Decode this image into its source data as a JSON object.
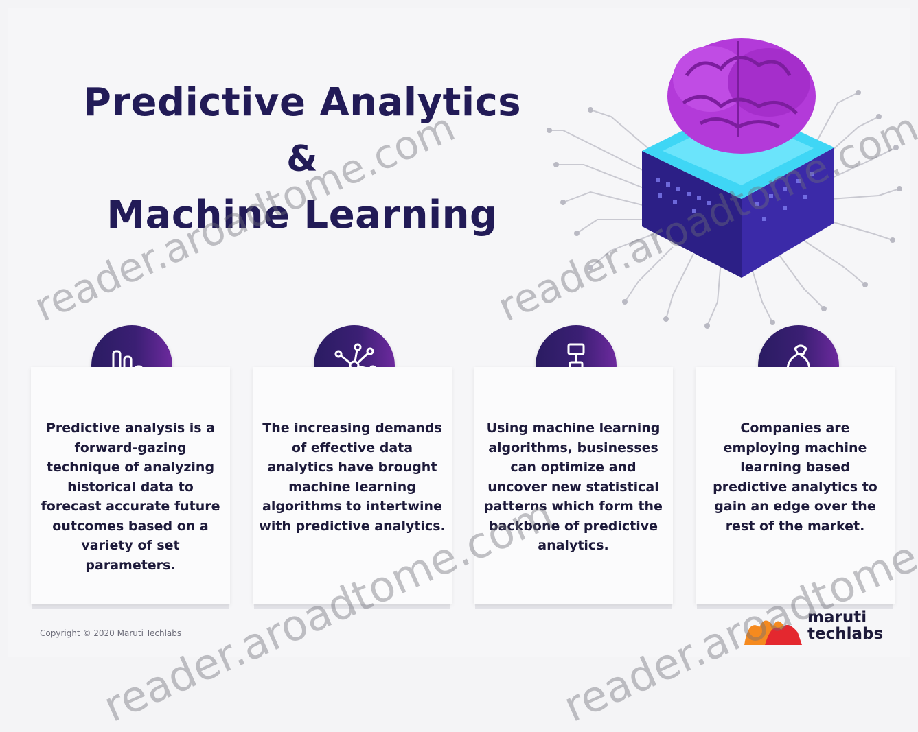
{
  "title": {
    "line1": "Predictive Analytics",
    "amp": "&",
    "line2": "Machine Learning"
  },
  "cards": [
    {
      "icon": "bar-chart-icon",
      "text": "Predictive analysis is a forward-gazing technique of analyzing historical data to forecast accurate future outcomes based on a variety of set parameters."
    },
    {
      "icon": "network-nodes-icon",
      "text": "The increasing demands of effective data analytics have brought machine learning algorithms to intertwine with predictive analytics."
    },
    {
      "icon": "flowchart-icon",
      "text": "Using machine learning algorithms, businesses can optimize and uncover new statistical patterns which form the backbone of predictive analytics."
    },
    {
      "icon": "money-bag-icon",
      "text": "Companies are employing machine learning based predictive analytics to gain an edge over the rest of the market."
    }
  ],
  "copyright": "Copyright © 2020 Maruti Techlabs",
  "brand": {
    "line1": "maruti",
    "line2": "techlabs"
  },
  "watermarks": {
    "a": "reader.aroadtome.com",
    "b": "reader.aroadtome.com",
    "c": "reader.aroadtome.com",
    "d": "reader.aroadtome.com"
  },
  "colors": {
    "title": "#221b57",
    "badge_dark": "#2a1c62",
    "badge_light": "#6d2a9e",
    "brain": "#b33ad9",
    "chip_top": "#3fd6f5",
    "brand_orange": "#f58a1f",
    "brand_red": "#e4282f"
  }
}
